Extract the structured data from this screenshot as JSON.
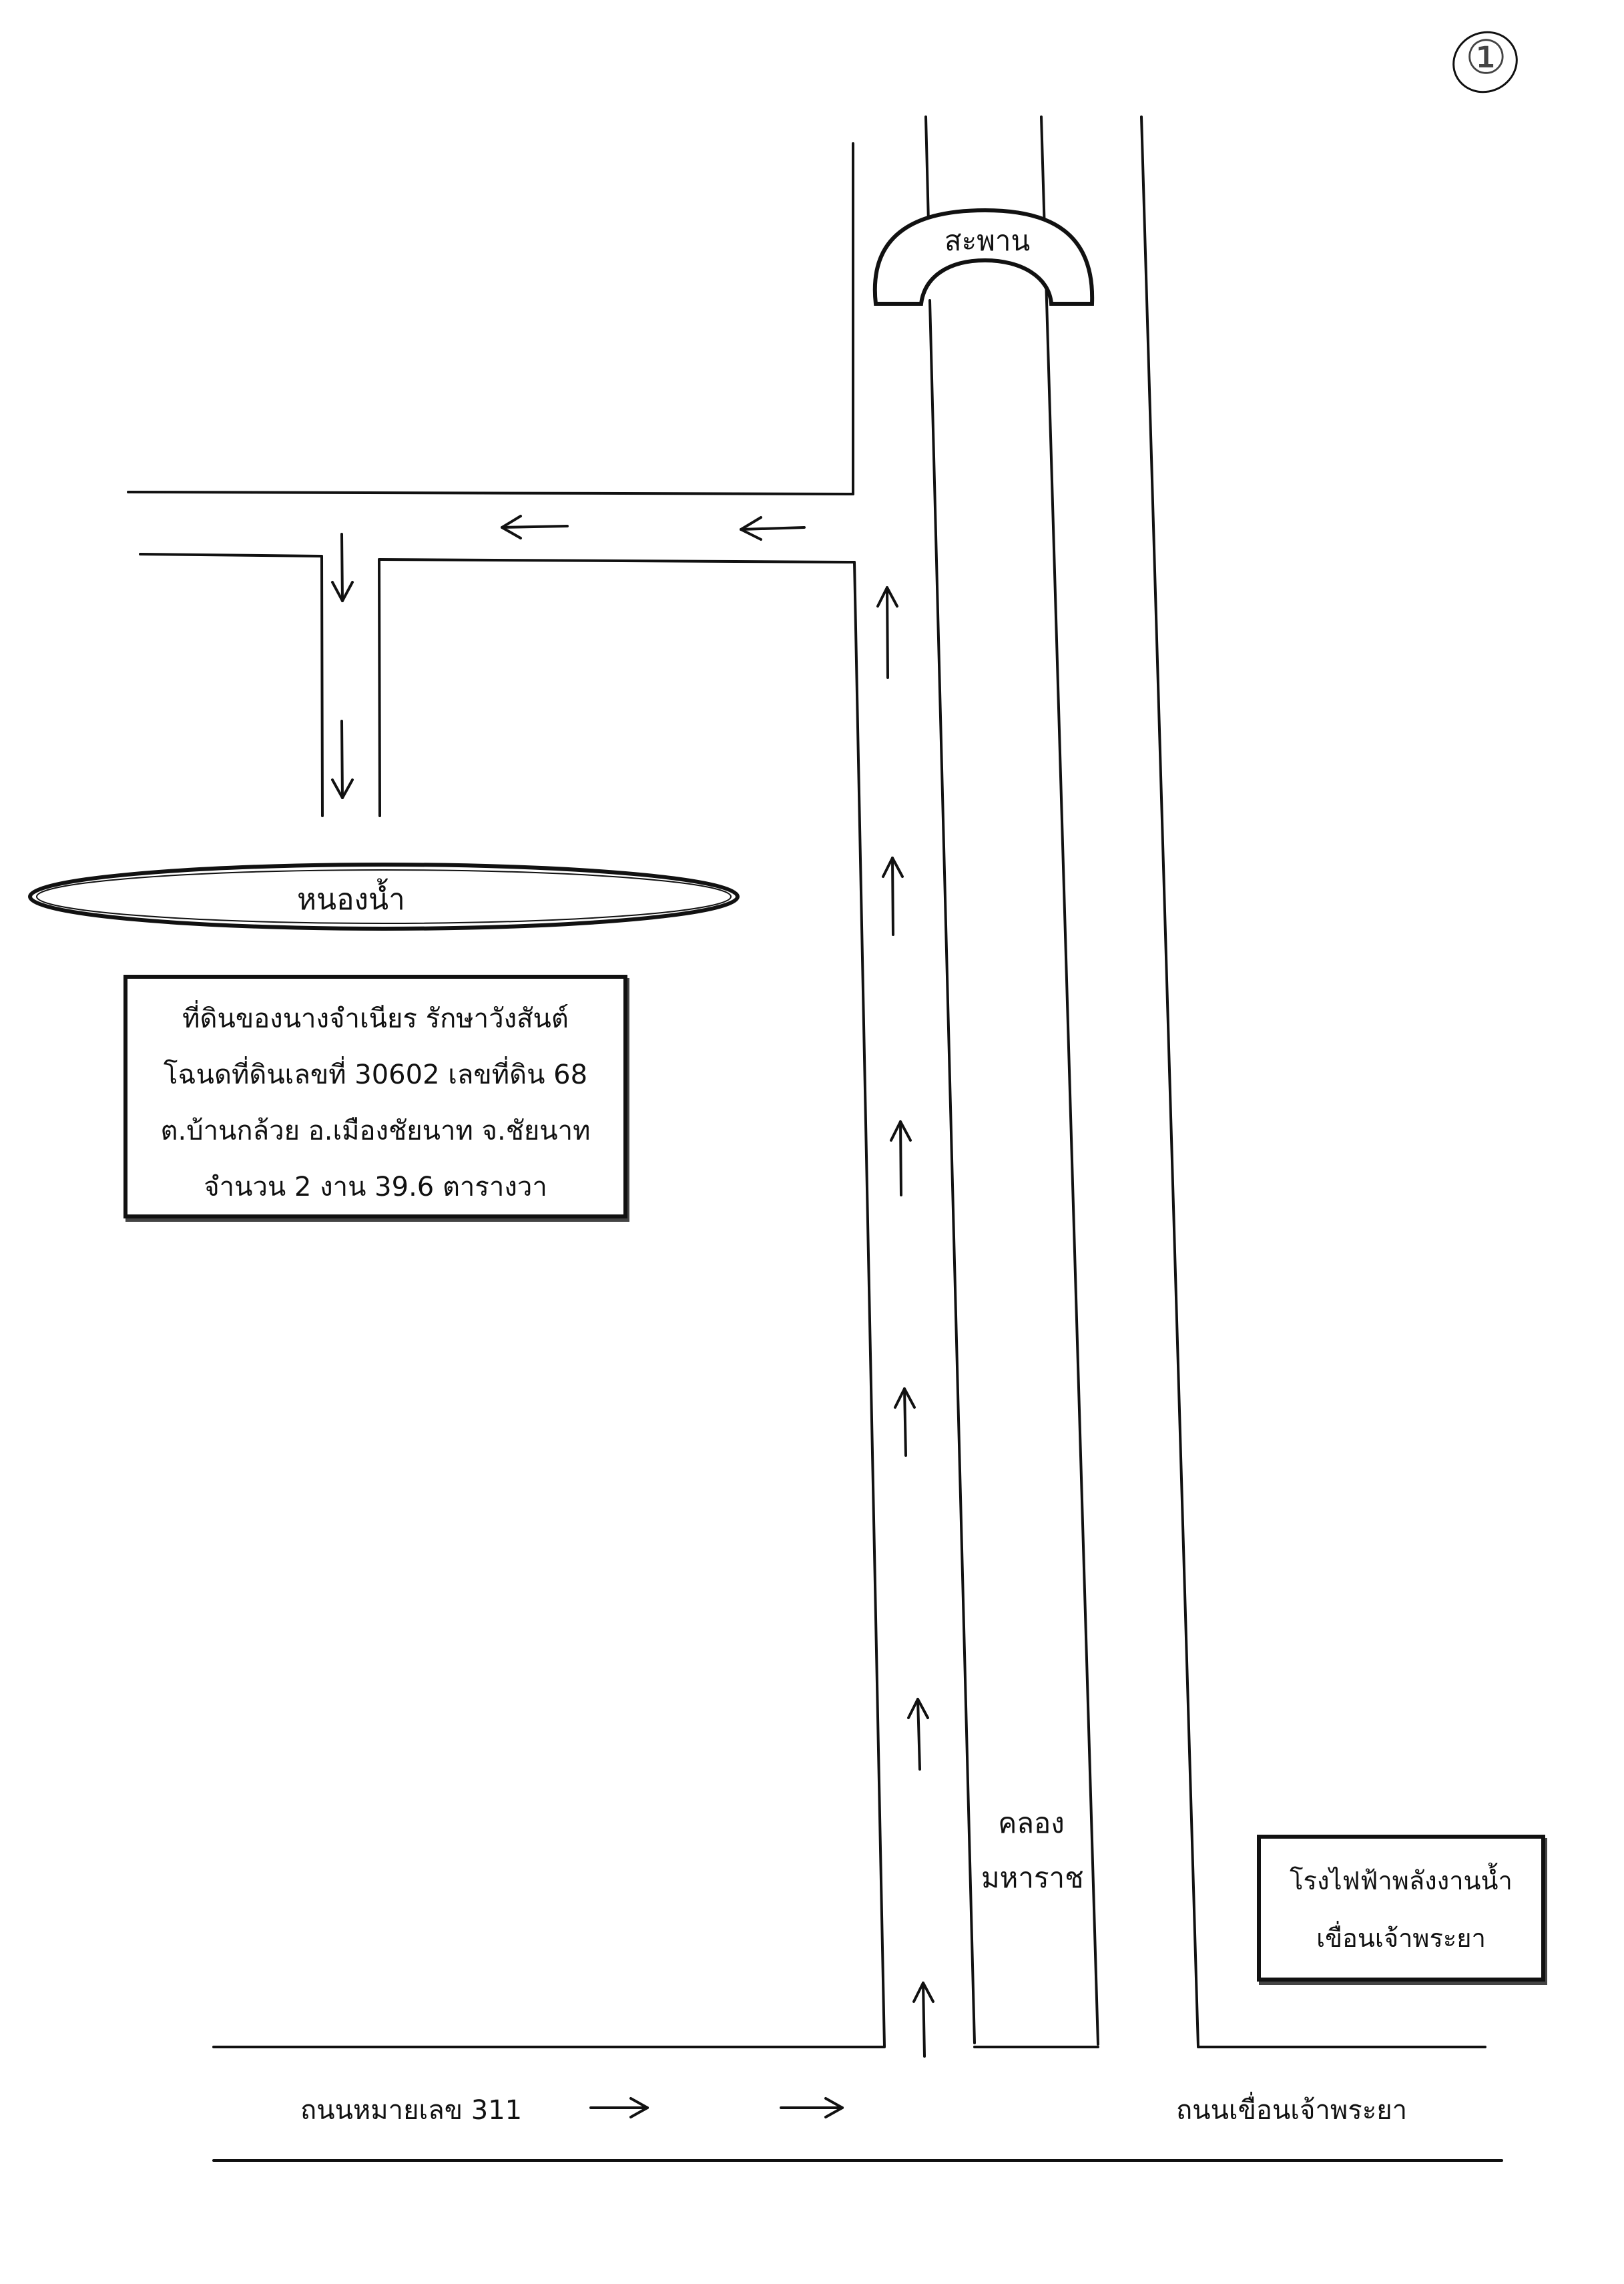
{
  "page_number": "①",
  "bridge": {
    "label": "สะพาน"
  },
  "pond": {
    "label": "หนองน้ำ"
  },
  "parcel": {
    "lines": [
      "ที่ดินของนางจำเนียร  รักษาวังสันต์",
      "โฉนดที่ดินเลขที่ 30602 เลขที่ดิน 68",
      "ต.บ้านกล้วย อ.เมืองชัยนาท จ.ชัยนาท",
      "จำนวน 2 งาน 39.6 ตารางวา"
    ]
  },
  "canal": {
    "line1": "คลอง",
    "line2": "มหาราช"
  },
  "power_plant": {
    "line1": "โรงไฟฟ้าพลังงานน้ำ",
    "line2": "เขื่อนเจ้าพระยา"
  },
  "roads": {
    "highway": "ถนนหมายเลข 311",
    "dam_road": "ถนนเขื่อนเจ้าพระยา"
  },
  "colors": {
    "ink": "#111111",
    "paper": "#ffffff"
  }
}
